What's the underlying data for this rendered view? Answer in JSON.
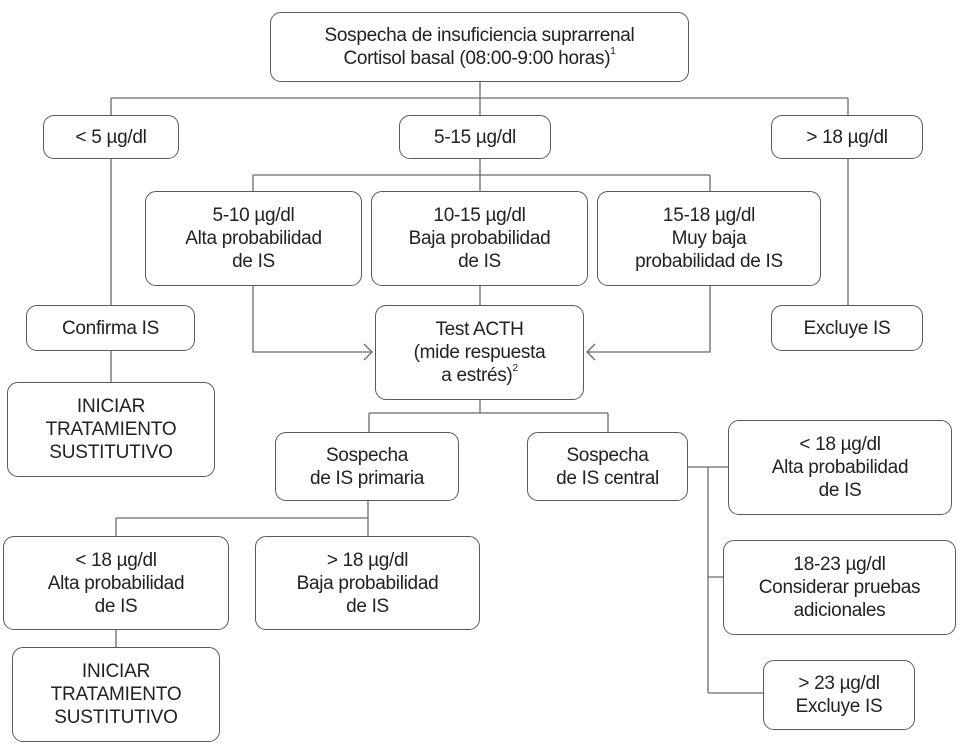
{
  "root": {
    "line1": "Sospecha de insuficiencia suprarrenal",
    "line2": "Cortisol basal (08:00-9:00 horas)",
    "note": "1"
  },
  "level1": {
    "low": "< 5 µg/dl",
    "mid": "5-15 µg/dl",
    "high": "> 18 µg/dl"
  },
  "level2": {
    "a": {
      "range": "5-10 µg/dl",
      "l2": "Alta probabilidad",
      "l3": "de IS"
    },
    "b": {
      "range": "10-15 µg/dl",
      "l2": "Baja probabilidad",
      "l3": "de IS"
    },
    "c": {
      "range": "15-18 µg/dl",
      "l2": "Muy baja",
      "l3": "probabilidad de IS"
    }
  },
  "confirma": "Confirma IS",
  "excluye": "Excluye IS",
  "test": {
    "l1": "Test ACTH",
    "l2": "(mide respuesta",
    "l3": "a estrés)",
    "note": "2"
  },
  "iniciar": {
    "l1": "INICIAR",
    "l2": "TRATAMIENTO",
    "l3": "SUSTITUTIVO"
  },
  "primaria": {
    "l1": "Sospecha",
    "l2": "de IS primaria"
  },
  "central": {
    "l1": "Sospecha",
    "l2": "de IS central"
  },
  "primaria_results": {
    "low": {
      "range": "< 18 µg/dl",
      "l2": "Alta probabilidad",
      "l3": "de IS"
    },
    "high": {
      "range": "> 18 µg/dl",
      "l2": "Baja probabilidad",
      "l3": "de IS"
    }
  },
  "central_results": {
    "low": {
      "range": "< 18 µg/dl",
      "l2": "Alta probabilidad",
      "l3": "de IS"
    },
    "mid": {
      "range": "18-23 µg/dl",
      "l2": "Considerar pruebas",
      "l3": "adicionales"
    },
    "high": {
      "range": "> 23 µg/dl",
      "l2": "Excluye IS"
    }
  }
}
